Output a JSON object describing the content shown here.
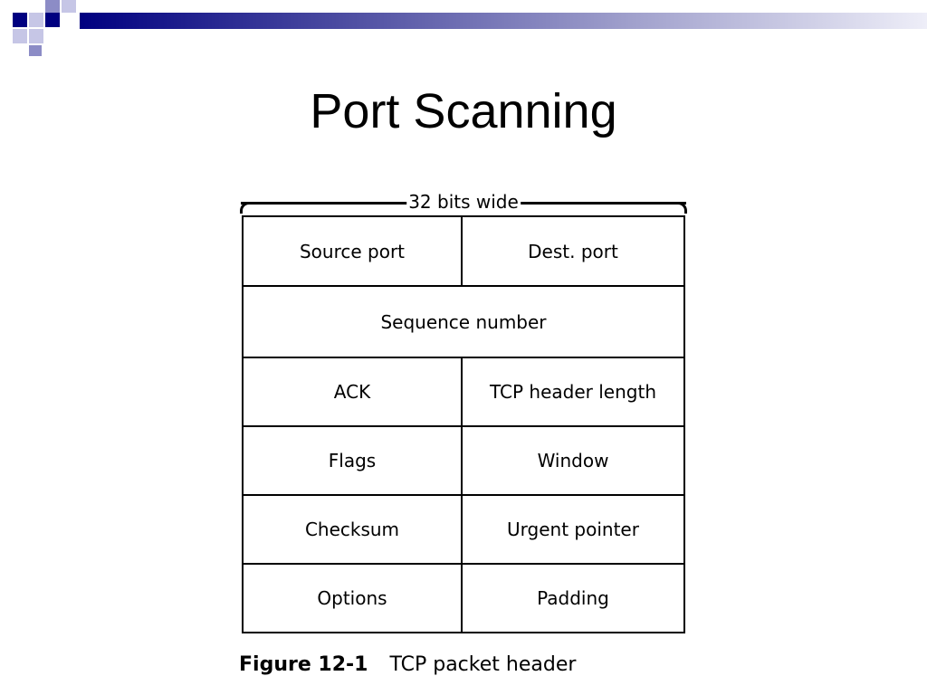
{
  "slide": {
    "title": "Port Scanning"
  },
  "diagram": {
    "width_label": "32 bits wide",
    "rows": [
      [
        "Source port",
        "Dest. port"
      ],
      [
        "Sequence number"
      ],
      [
        "ACK",
        "TCP header length"
      ],
      [
        "Flags",
        "Window"
      ],
      [
        "Checksum",
        "Urgent pointer"
      ],
      [
        "Options",
        "Padding"
      ]
    ],
    "caption_figure": "Figure 12-1",
    "caption_text": "TCP packet header"
  },
  "colors": {
    "accent": "#000080",
    "accent_light": "#c6c6e6"
  }
}
